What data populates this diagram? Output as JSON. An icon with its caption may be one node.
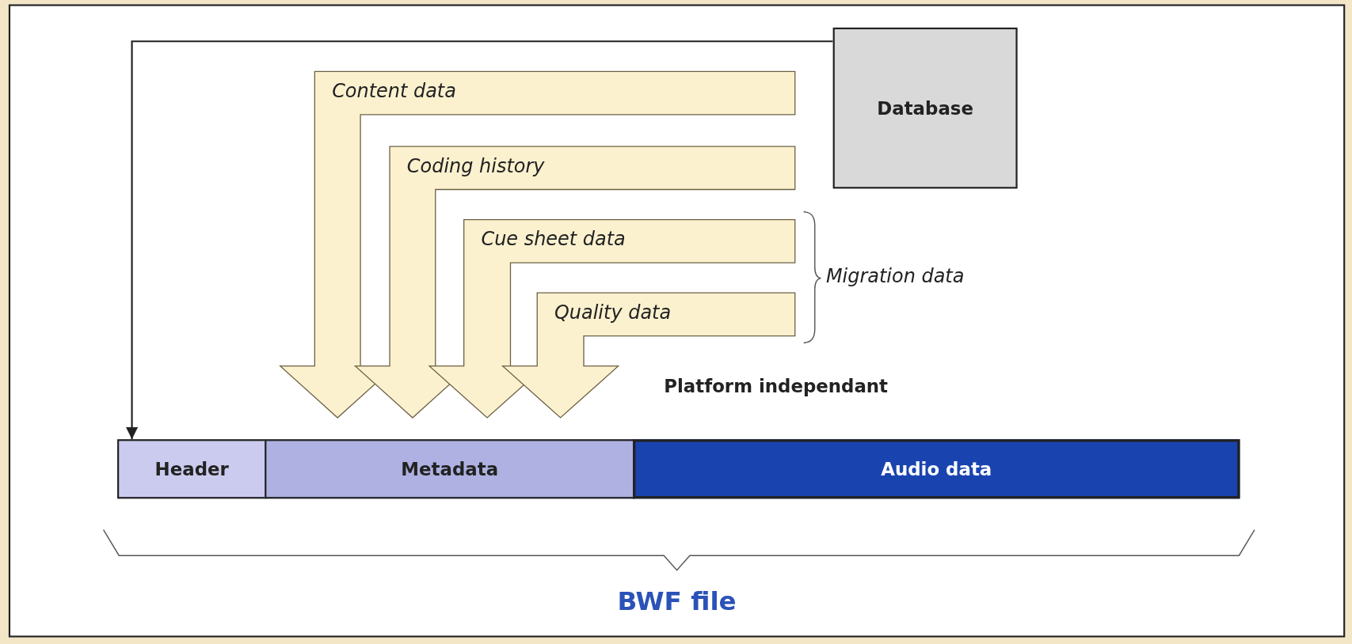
{
  "diagram": {
    "nodes": [
      {
        "text": [
          "Database"
        ]
      },
      {
        "text": [
          "Content data"
        ]
      },
      {
        "text": [
          "Coding history"
        ]
      },
      {
        "text": [
          "Cue sheet data"
        ]
      },
      {
        "text": [
          "Quality data"
        ]
      },
      {
        "text": [
          "Header"
        ]
      },
      {
        "text": [
          "Metadata"
        ]
      },
      {
        "text": [
          "Audio data"
        ]
      }
    ],
    "edges": [
      {
        "from": 0,
        "to": 5,
        "arrow": "to"
      }
    ],
    "labels": [
      "Migration data",
      "Platform independant",
      "BWF file"
    ]
  }
}
